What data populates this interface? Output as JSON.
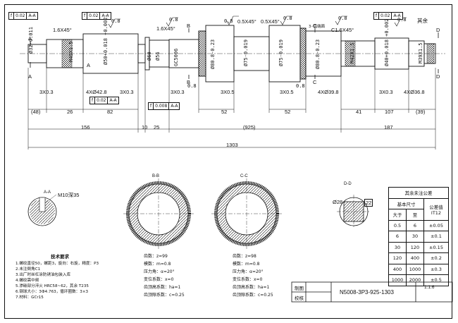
{
  "drawing_number": "N5008-3P3-925-1303",
  "scale": "1:1.6",
  "title_block": {
    "drawn_label": "制图",
    "check_label": "校核"
  },
  "chamfers": {
    "c1": "1.6X45°",
    "c2": "1.6X45°",
    "c3": "0.5X45°",
    "c4": "0.5X45°",
    "c5": "C1.6X45°"
  },
  "rest_label": "其余",
  "roughness": {
    "r1": "0.8",
    "r2": "0.8",
    "r3": "0.8",
    "r4": "0.8",
    "r5": "0.8",
    "r6": "0.8",
    "r7": "0.8",
    "r8": "0.8"
  },
  "gdt": {
    "g1": {
      "sym": "f",
      "val": "0.02",
      "ref": "A-A"
    },
    "g2": {
      "sym": "f",
      "val": "0.02",
      "ref": "A-A"
    },
    "g3": {
      "sym": "f",
      "val": "0.02",
      "ref": "A-A"
    },
    "g4": {
      "sym": "f",
      "val": "0.008",
      "ref": "A-A"
    },
    "g5": {
      "sym": "f",
      "val": "0.02",
      "ref": "A-A"
    }
  },
  "diameters": {
    "d1": "Ø32-0.011",
    "d2": "M45X1.5",
    "d3": "Ø50+0.018 +0.002",
    "d4": "Ø60",
    "d5": "Ø56",
    "d6": "GC5006",
    "d7": "Ø80.8-0.23",
    "d8": "Ø75-0.019",
    "d9": "Ø75-0.019",
    "d10": "Ø80.8-0.23",
    "d11": "M42X1.5",
    "d12": "Ø40+0.018 +0.002",
    "d13": "M39X1.5"
  },
  "grooves": {
    "gr1": "3X0.3",
    "gr2": "4XØ42.8",
    "gr3": "3X0.3",
    "gr4": "3X0.3",
    "gr5": "3X0.5",
    "gr6": "3X0.5",
    "gr7": "4XØ39.8",
    "gr8": "3X0.3",
    "gr9": "4XØ36.8"
  },
  "gear_note": "3-齿端面",
  "lengths": {
    "l48": "(48)",
    "l26": "26",
    "l82": "82",
    "l52a": "52",
    "l52b": "52",
    "l41": "41",
    "l107": "107",
    "l39": "(39)",
    "l156": "156",
    "l10": "10",
    "l25": "25",
    "l925": "(925)",
    "l187": "187",
    "l1303": "1303"
  },
  "section_labels": {
    "A": "A",
    "B": "B",
    "C": "C",
    "D": "D"
  },
  "sections": {
    "aa": {
      "title": "A-A",
      "thread": "M10深35"
    },
    "bb": {
      "title": "B-B"
    },
    "cc": {
      "title": "C-C"
    },
    "dd": {
      "title": "D-D",
      "dia": "Ø28",
      "square": "22"
    }
  },
  "gear_params": {
    "bb": [
      "齿数：z=99",
      "模数：m=0.8",
      "压力角：α=20°",
      "变位系数：x=0",
      "齿顶高系数：ha=1",
      "齿顶隙系数：c=0.25"
    ],
    "cc": [
      "齿数：z=98",
      "模数：m=0.8",
      "压力角：α=20°",
      "变位系数：x=0",
      "齿顶高系数：ha=1",
      "齿顶隙系数：c=0.25"
    ]
  },
  "tech_req": {
    "title": "技术要求",
    "items": [
      "1.螺纹直径50，螺距3，旋向：右旋，精度：P3",
      "2.未注倒角C1",
      "3.出厂时丝杠涂防锈油包装入库",
      "4.螺纹需中频",
      "5.渗碳部分淬火 HRC58~62，其余 T235",
      "6.钢球大小：3Ф4.763，循环圈数：3×3",
      "7.材料：GCr15"
    ]
  },
  "tolerance_table": {
    "title": "其余未注公差",
    "h_basic": "基本尺寸",
    "h_tol": "公差值",
    "h_gt": "大于",
    "h_to": "至",
    "h_it": "IT12",
    "rows": [
      [
        "0.5",
        "6",
        "±0.05"
      ],
      [
        "6",
        "30",
        "±0.1"
      ],
      [
        "30",
        "120",
        "±0.15"
      ],
      [
        "120",
        "400",
        "±0.2"
      ],
      [
        "400",
        "1000",
        "±0.3"
      ],
      [
        "1000",
        "2000",
        "±0.5"
      ]
    ]
  }
}
